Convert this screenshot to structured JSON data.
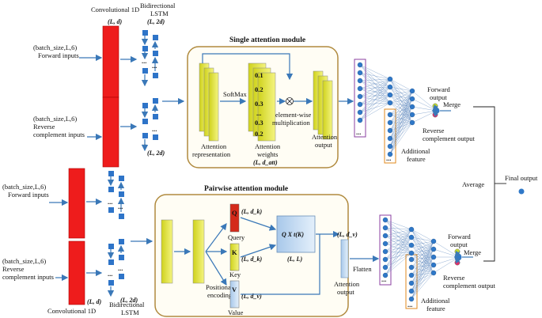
{
  "labels": {
    "conv1d_top": "Convolutional 1D",
    "conv1d_bottom": "Convolutional 1D",
    "bilstm_top": "Bidirectional\nLSTM",
    "bilstm_bottom": "Bidirectional\nLSTM",
    "L_d": "(L, d)",
    "L_2d": "(L, 2d)",
    "single_module_title": "Single attention module",
    "pairwise_module_title": "Pairwise attention module",
    "softmax": "SoftMax",
    "attn_rep": "Attention\nrepresentation",
    "attn_weights": "Attention\nweights",
    "elementwise": "element-wise\nmultiplication",
    "attn_output": "Attention\noutput",
    "L_datt": "(L, d_att)",
    "weights_vals": [
      "0.1",
      "0.2",
      "0.3",
      "...",
      "0.3",
      "0.2"
    ],
    "positional": "Positional\nencoding",
    "Q": "Q",
    "K": "K",
    "V": "V",
    "query": "Query",
    "key": "Key",
    "value": "Value",
    "L_dk_q": "(L, d_k)",
    "L_dk_k": "(L, d_k)",
    "L_dv": "(L, d_v)",
    "qkt": "Q X t(K)",
    "L_L": "(L, L)",
    "L_dv_out": "(L, d_v)",
    "flatten": "Flatten",
    "forward_output": "Forward\noutput",
    "merge": "Merge",
    "reverse_output": "Reverse\ncomplement output",
    "additional_feature": "Additional\nfeature",
    "average": "Average",
    "final_output": "Final output",
    "inputs": [
      "(batch_size,L,6)\nForward inputs",
      "(batch_size,L,6)\nReverse\ncomplement inputs",
      "(batch_size,L,6)\nForward inputs",
      "(batch_size,L,6)\nReverse\ncomplement inputs"
    ]
  },
  "colors": {
    "conv": "#ee1c1c",
    "lstm": "#2e74c8",
    "attn_yellow": "#e8e84a",
    "q_red": "#d42a1a",
    "k_yellow": "#e8e84a",
    "v_blue": "#bcd8f0",
    "node_blue": "#2f78c8",
    "module_border": "#b08a3e",
    "module_bg": "#fffdf4",
    "purple_box": "#8b3fa0",
    "orange_box": "#e08a1e"
  }
}
